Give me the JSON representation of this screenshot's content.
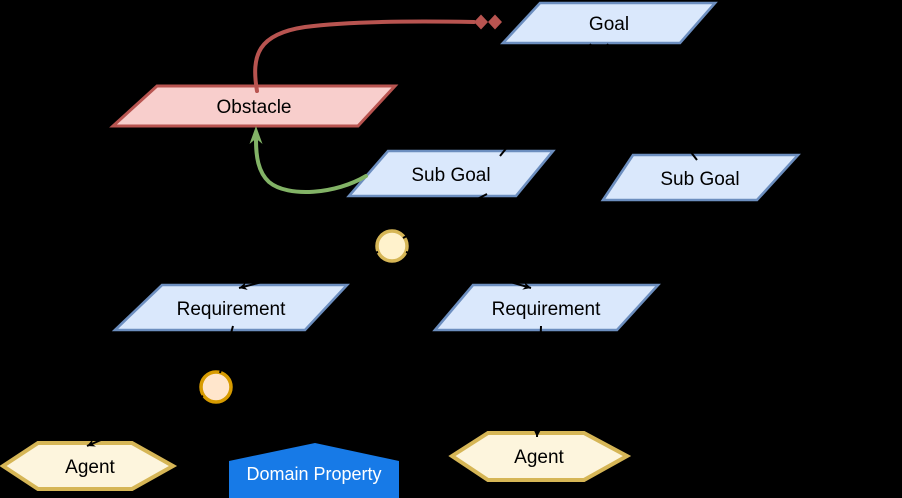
{
  "diagram": {
    "background_color": "#000000",
    "palette": {
      "goal_fill": "#dae8fc",
      "goal_stroke": "#6c8ebf",
      "obstacle_fill": "#f8cecc",
      "obstacle_stroke": "#b85450",
      "agent_fill": "#fdf5dd",
      "agent_stroke": "#d6b656",
      "domain_property_fill": "#177ae7",
      "domain_property_text": "#ffffff",
      "refinement_circle_fill": "#fff2cc",
      "refinement_circle_stroke": "#d6b656",
      "assignment_circle_fill": "#ffe6cc",
      "assignment_circle_stroke": "#d79b00",
      "obstruction_edge": "#b85450",
      "resolution_edge": "#82b366",
      "refinement_edge": "#000000",
      "label_text": "#000000"
    },
    "nodes": {
      "goal": {
        "label": "Goal",
        "shape": "parallelogram"
      },
      "obstacle": {
        "label": "Obstacle",
        "shape": "parallelogram"
      },
      "subgoal_left": {
        "label": "Sub Goal",
        "shape": "parallelogram"
      },
      "subgoal_right": {
        "label": "Sub Goal",
        "shape": "parallelogram"
      },
      "requirement_left": {
        "label": "Requirement",
        "shape": "parallelogram"
      },
      "requirement_right": {
        "label": "Requirement",
        "shape": "parallelogram"
      },
      "agent_left": {
        "label": "Agent",
        "shape": "hexagon"
      },
      "agent_right": {
        "label": "Agent",
        "shape": "hexagon"
      },
      "domain_property": {
        "label": "Domain Property",
        "shape": "pentagon"
      },
      "junction_upper": {
        "label": "",
        "shape": "circle"
      },
      "junction_lower": {
        "label": "",
        "shape": "circle"
      }
    },
    "edges": [
      {
        "name": "obstruction",
        "from": "obstacle",
        "to": "goal",
        "color": "#b85450",
        "head": "double-diamond"
      },
      {
        "name": "resolution",
        "from": "subgoal_left",
        "to": "obstacle",
        "color": "#82b366",
        "head": "arrow"
      },
      {
        "name": "refinement-subgoal-left-goal",
        "from": "subgoal_left",
        "to": "goal",
        "color": "#000000",
        "head": "arrow"
      },
      {
        "name": "refinement-subgoal-right-goal",
        "from": "subgoal_right",
        "to": "goal",
        "color": "#000000",
        "head": "arrow"
      },
      {
        "name": "link-subgoal-left-junction",
        "from": "subgoal_left",
        "to": "junction_upper",
        "color": "#000000",
        "head": "none"
      },
      {
        "name": "refinement-junction-requirement-left",
        "from": "junction_upper",
        "to": "requirement_left",
        "color": "#000000",
        "head": "arrow"
      },
      {
        "name": "refinement-junction-requirement-right",
        "from": "junction_upper",
        "to": "requirement_right",
        "color": "#000000",
        "head": "arrow"
      },
      {
        "name": "link-requirement-left-junction",
        "from": "requirement_left",
        "to": "junction_lower",
        "color": "#000000",
        "head": "none"
      },
      {
        "name": "assignment-junction-agent-left",
        "from": "junction_lower",
        "to": "agent_left",
        "color": "#000000",
        "head": "arrow"
      },
      {
        "name": "assignment-requirement-right-agent-right",
        "from": "requirement_right",
        "to": "agent_right",
        "color": "#000000",
        "head": "arrow"
      }
    ]
  }
}
